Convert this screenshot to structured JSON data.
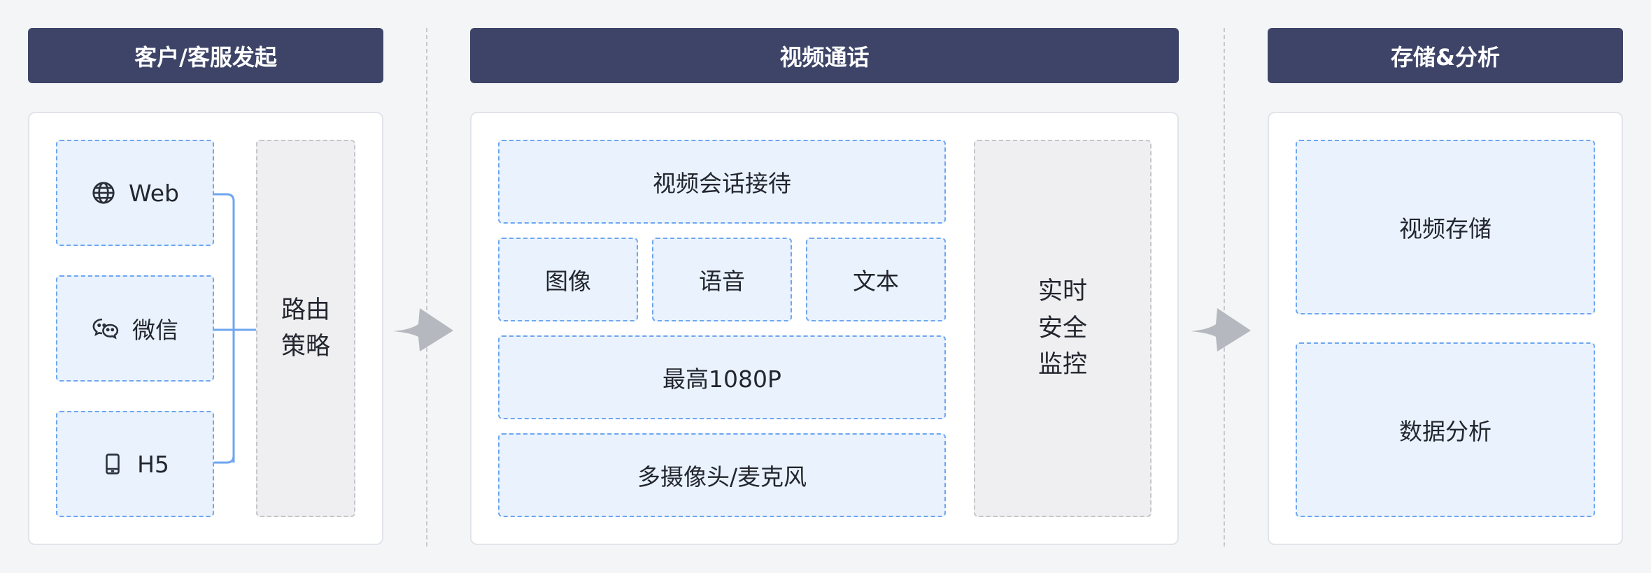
{
  "columns": {
    "origin": {
      "title": "客户/客服发起",
      "channels": [
        {
          "label": "Web",
          "icon": "globe-icon"
        },
        {
          "label": "微信",
          "icon": "wechat-icon"
        },
        {
          "label": "H5",
          "icon": "mobile-icon"
        }
      ],
      "routing": "路由\n策略"
    },
    "video_call": {
      "title": "视频通话",
      "session": "视频会话接待",
      "media": [
        "图像",
        "语音",
        "文本"
      ],
      "resolution": "最高1080P",
      "devices": "多摄像头/麦克风",
      "security": "实时\n安全\n监控"
    },
    "storage": {
      "title": "存储&分析",
      "items": [
        "视频存储",
        "数据分析"
      ]
    }
  },
  "colors": {
    "header_bg": "#3d4468",
    "box_bg": "#eaf3fd",
    "box_border": "#6ea6ef",
    "gray_bg": "#efeff1",
    "arrow": "#b5b8bf"
  }
}
